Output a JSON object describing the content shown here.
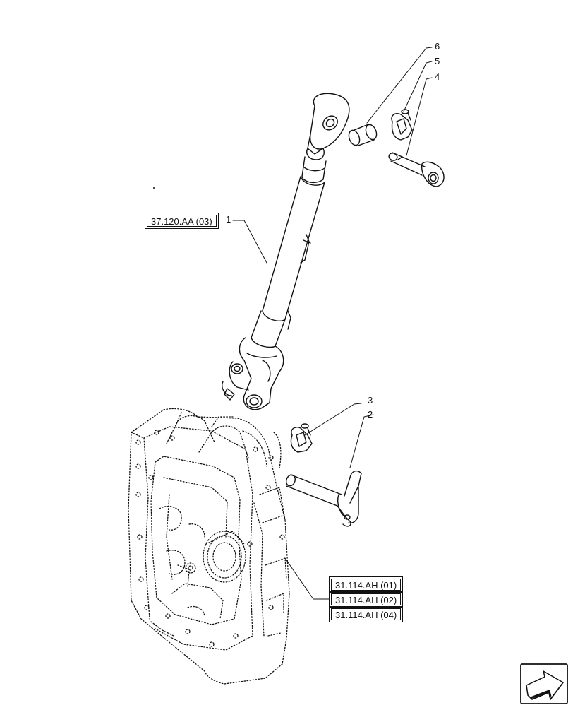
{
  "callouts": [
    {
      "id": "1",
      "label": "1"
    },
    {
      "id": "2",
      "label": "2"
    },
    {
      "id": "3",
      "label": "3"
    },
    {
      "id": "4",
      "label": "4"
    },
    {
      "id": "5",
      "label": "5"
    },
    {
      "id": "6",
      "label": "6"
    }
  ],
  "references": {
    "top_link": "37.120.AA (03)",
    "housing_1": "31.114.AH (01)",
    "housing_2": "31.114.AH (02)",
    "housing_3": "31.114.AH (04)"
  },
  "parts": [
    "top-link-assembly",
    "lower-pin",
    "linch-pin-lower",
    "upper-pin",
    "linch-pin-upper",
    "bushing"
  ],
  "icons": {
    "navigation": "arrow-icon"
  }
}
